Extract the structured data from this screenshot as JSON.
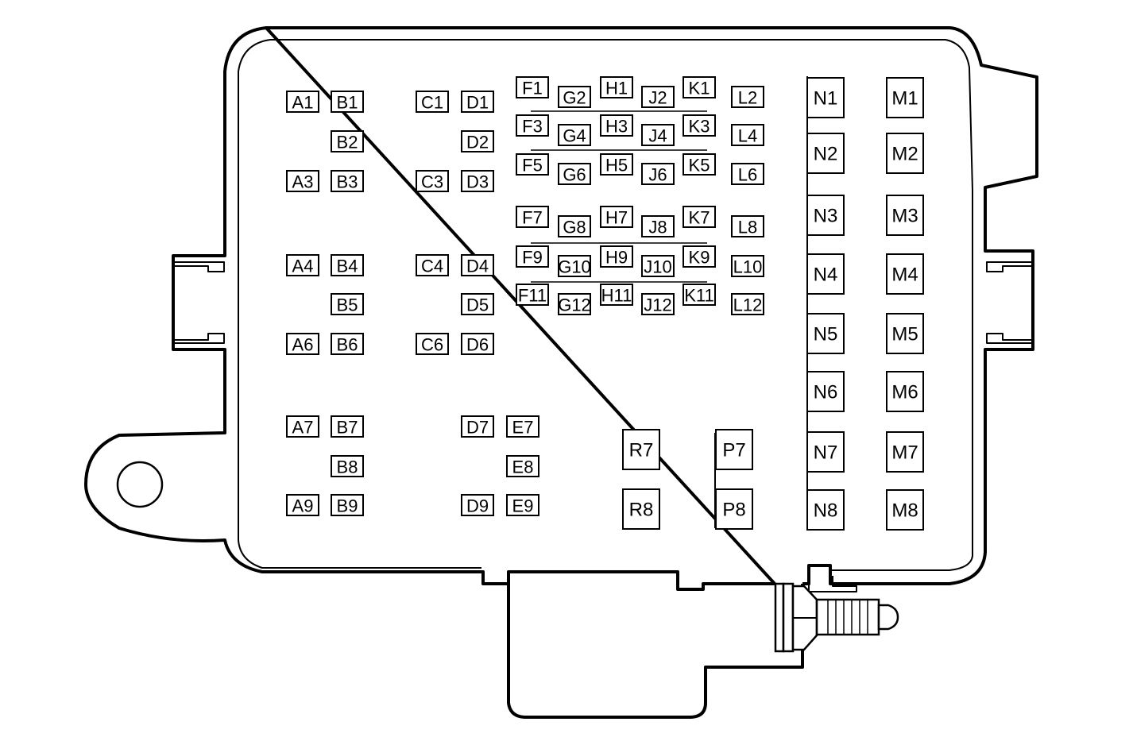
{
  "labels": {
    "A1": "A1",
    "A3": "A3",
    "A4": "A4",
    "A6": "A6",
    "A7": "A7",
    "A9": "A9",
    "B1": "B1",
    "B2": "B2",
    "B3": "B3",
    "B4": "B4",
    "B5": "B5",
    "B6": "B6",
    "B7": "B7",
    "B8": "B8",
    "B9": "B9",
    "C1": "C1",
    "C3": "C3",
    "C4": "C4",
    "C6": "C6",
    "D1": "D1",
    "D2": "D2",
    "D3": "D3",
    "D4": "D4",
    "D5": "D5",
    "D6": "D6",
    "D7": "D7",
    "D9": "D9",
    "E7": "E7",
    "E8": "E8",
    "E9": "E9",
    "F1": "F1",
    "F3": "F3",
    "F5": "F5",
    "F7": "F7",
    "F9": "F9",
    "F11": "F11",
    "G2": "G2",
    "G4": "G4",
    "G6": "G6",
    "G8": "G8",
    "G10": "G10",
    "G12": "G12",
    "H1": "H1",
    "H3": "H3",
    "H5": "H5",
    "H7": "H7",
    "H9": "H9",
    "H11": "H11",
    "J2": "J2",
    "J4": "J4",
    "J6": "J6",
    "J8": "J8",
    "J10": "J10",
    "J12": "J12",
    "K1": "K1",
    "K3": "K3",
    "K5": "K5",
    "K7": "K7",
    "K9": "K9",
    "K11": "K11",
    "L2": "L2",
    "L4": "L4",
    "L6": "L6",
    "L8": "L8",
    "L10": "L10",
    "L12": "L12",
    "N1": "N1",
    "N2": "N2",
    "N3": "N3",
    "N4": "N4",
    "N5": "N5",
    "N6": "N6",
    "N7": "N7",
    "N8": "N8",
    "M1": "M1",
    "M2": "M2",
    "M3": "M3",
    "M4": "M4",
    "M5": "M5",
    "M6": "M6",
    "M7": "M7",
    "M8": "M8",
    "R7": "R7",
    "R8": "R8",
    "P7": "P7",
    "P8": "P8"
  }
}
